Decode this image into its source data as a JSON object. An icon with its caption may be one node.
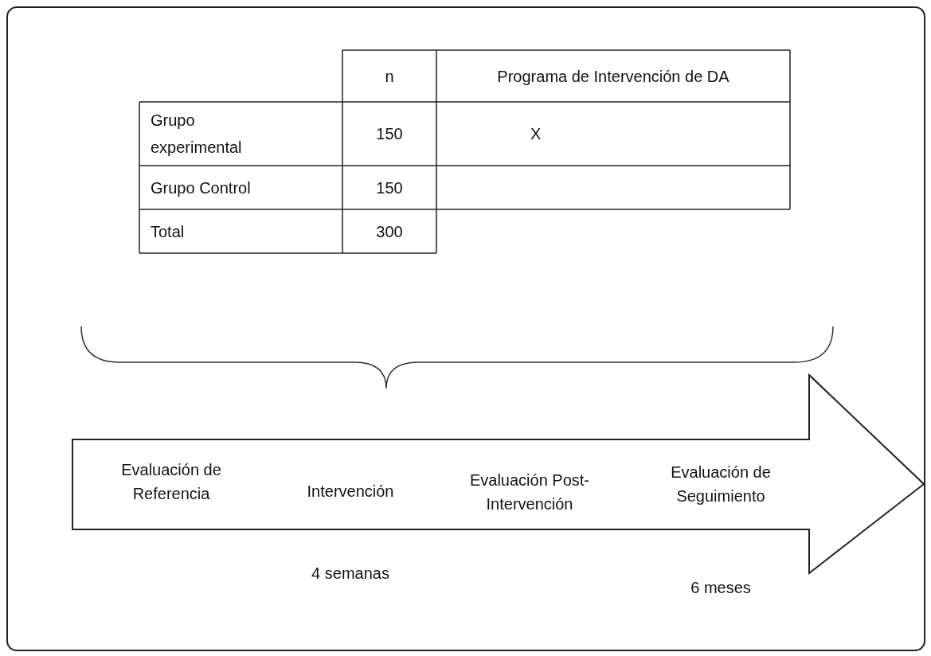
{
  "diagram": {
    "nodes": [
      {
        "text": [
          "Evaluación de Referencia",
          "Intervención",
          "Evaluación Post-Intervención",
          "Evaluación de Seguimiento"
        ],
        "beside": [
          "4 semanas",
          "6 meses"
        ]
      }
    ],
    "edges": [],
    "labels": [
      "n",
      "Programa de Intervención de DA",
      "Grupo experimental",
      "150",
      "X",
      "Grupo Control",
      "150",
      "Total",
      "300"
    ]
  }
}
